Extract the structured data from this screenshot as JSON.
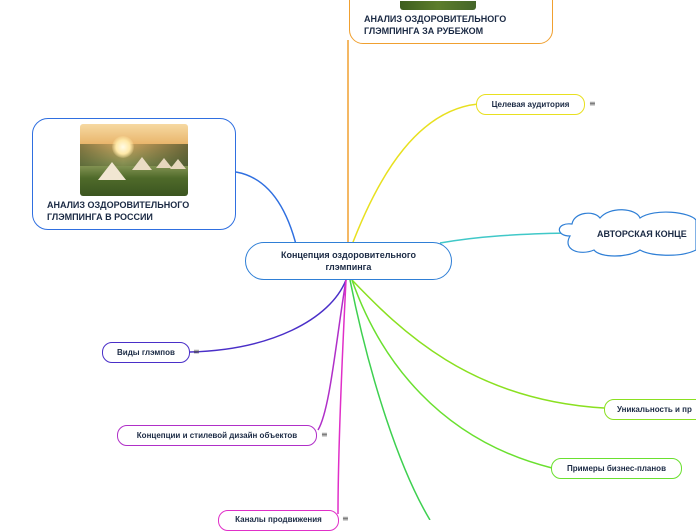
{
  "central": {
    "title": "Концепция оздоровительного глэмпинга"
  },
  "nodes": {
    "abroad": "АНАЛИЗ ОЗДОРОВИТЕЛЬНОГО ГЛЭМПИНГА ЗА РУБЕЖОМ",
    "russia": "АНАЛИЗ ОЗДОРОВИТЕЛЬНОГО ГЛЭМПИНГА В РОССИИ",
    "audience": "Целевая аудитория",
    "author_concept": "АВТОРСКАЯ КОНЦЕ",
    "types": "Виды глэмпов",
    "design": "Концепции и стилевой дизайн объектов",
    "uniqueness": "Уникальность и пр",
    "business_plans": "Примеры бизнес-планов",
    "channels": "Каналы продвижения"
  },
  "icons": {
    "note": "≡"
  },
  "colors": {
    "central_border": "#2f7fd6",
    "russia_border": "#2f6fe0",
    "abroad_border": "#f0a030",
    "audience_border": "#e8e020",
    "author_border": "#2f7fd6",
    "types_border": "#4a2fc8",
    "design_border": "#b02fc8",
    "channels_border": "#e02fc8",
    "uniqueness_border": "#8ae020",
    "plans_border": "#6ae02f"
  }
}
